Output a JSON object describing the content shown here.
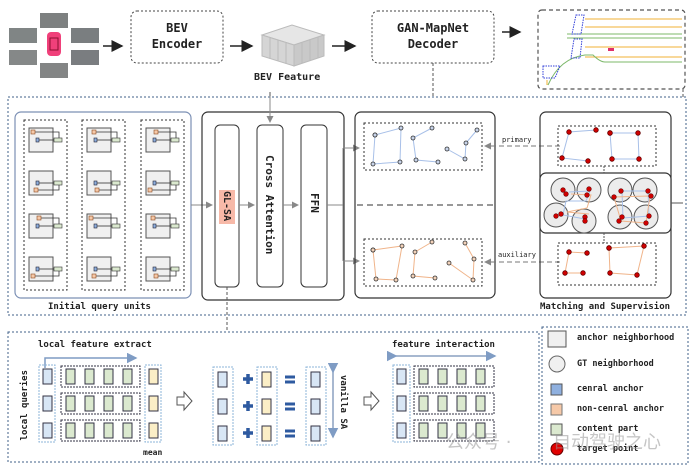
{
  "top_row": {
    "encoder_label_line1": "BEV",
    "encoder_label_line2": "Encoder",
    "feature_label": "BEV Feature",
    "decoder_label_line1": "GAN-MapNet",
    "decoder_label_line2": "Decoder"
  },
  "middle": {
    "initial_query_units_label": "Initial query units",
    "gl_sa_label": "GL-SA",
    "cross_attention_label": "Cross Attention",
    "ffn_label": "FFN",
    "primary_label": "primary",
    "auxiliary_label": "auxiliary",
    "matching_label": "Matching and Supervision"
  },
  "bottom": {
    "local_feature_extract_label": "local feature extract",
    "local_queries_label": "local queries",
    "mean_label": "mean",
    "vanilla_sa_label": "vanilla SA",
    "feature_interaction_label": "feature interaction"
  },
  "legend": {
    "items": [
      {
        "label": "anchor neighborhood",
        "icon": "anchor-neighborhood-square"
      },
      {
        "label": "GT neighborhood",
        "icon": "gt-neighborhood-circle"
      },
      {
        "label": "cenral anchor",
        "icon": "central-anchor-square",
        "color": "#8fb0df"
      },
      {
        "label": "non-cenral anchor",
        "icon": "non-central-anchor-square",
        "color": "#f6c9a8"
      },
      {
        "label": "content part",
        "icon": "content-part-square",
        "color": "#dbe9cf"
      },
      {
        "label": "target point",
        "icon": "target-point-dot",
        "color": "#e00000"
      }
    ]
  },
  "watermark": {
    "text1": "公众号 ·",
    "text2": "自动驾驶之心"
  },
  "colors": {
    "blue_line": "#a8c0e8",
    "orange_line": "#f0b48a",
    "gl_sa_bg": "#f7b9a8",
    "target": "#d00000",
    "car": "#f0407a"
  }
}
